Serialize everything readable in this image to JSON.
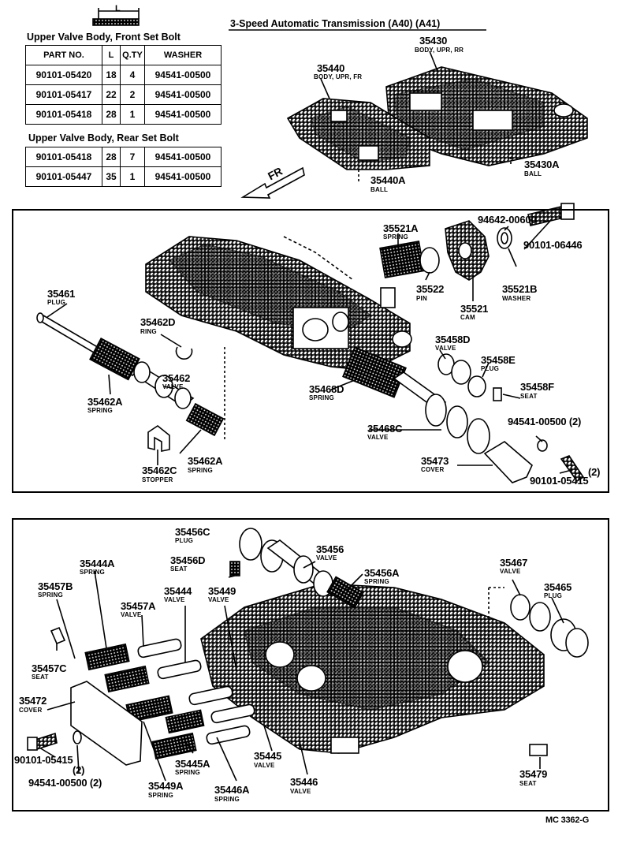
{
  "title": "3-Speed Automatic Transmission (A40) (A41)",
  "dimension_label": "L",
  "front_table": {
    "caption": "Upper Valve Body, Front Set Bolt",
    "headers": [
      "PART NO.",
      "L",
      "Q.TY",
      "WASHER"
    ],
    "rows": [
      [
        "90101-05420",
        "18",
        "4",
        "94541-00500"
      ],
      [
        "90101-05417",
        "22",
        "2",
        "94541-00500"
      ],
      [
        "90101-05418",
        "28",
        "1",
        "94541-00500"
      ]
    ]
  },
  "rear_table": {
    "caption": "Upper Valve Body, Rear Set Bolt",
    "rows": [
      [
        "90101-05418",
        "28",
        "7",
        "94541-00500"
      ],
      [
        "90101-05447",
        "35",
        "1",
        "94541-00500"
      ]
    ]
  },
  "direction": "FR",
  "parts": {
    "p35430": {
      "no": "35430",
      "desc": "BODY, UPR, RR"
    },
    "p35440": {
      "no": "35440",
      "desc": "BODY, UPR, FR"
    },
    "p35440A": {
      "no": "35440A",
      "desc": "BALL"
    },
    "p35430A": {
      "no": "35430A",
      "desc": "BALL"
    },
    "p35521A": {
      "no": "35521A",
      "desc": "SPRING"
    },
    "p94642": {
      "no": "94642-00600"
    },
    "p90101_06446": {
      "no": "90101-06446"
    },
    "p35522": {
      "no": "35522",
      "desc": "PIN"
    },
    "p35521": {
      "no": "35521",
      "desc": "CAM"
    },
    "p35521B": {
      "no": "35521B",
      "desc": "WASHER"
    },
    "p35461": {
      "no": "35461",
      "desc": "PLUG"
    },
    "p35462D": {
      "no": "35462D",
      "desc": "RING"
    },
    "p35458D": {
      "no": "35458D",
      "desc": "VALVE"
    },
    "p35458E": {
      "no": "35458E",
      "desc": "PLUG"
    },
    "p35462": {
      "no": "35462",
      "desc": "VALVE"
    },
    "p35468D": {
      "no": "35468D",
      "desc": "SPRING"
    },
    "p35458F": {
      "no": "35458F",
      "desc": "SEAT"
    },
    "p35462A_1": {
      "no": "35462A",
      "desc": "SPRING"
    },
    "p35468C": {
      "no": "35468C",
      "desc": "VALVE"
    },
    "p94541_a": {
      "no": "94541-00500 (2)"
    },
    "p35462C": {
      "no": "35462C",
      "desc": "STOPPER"
    },
    "p35462A_2": {
      "no": "35462A",
      "desc": "SPRING"
    },
    "p35473": {
      "no": "35473",
      "desc": "COVER"
    },
    "p90101_05415_a": {
      "no": "90101-05415",
      "qty": "(2)"
    },
    "p35456C": {
      "no": "35456C",
      "desc": "PLUG"
    },
    "p35456": {
      "no": "35456",
      "desc": "VALVE"
    },
    "p35456D": {
      "no": "35456D",
      "desc": "SEAT"
    },
    "p35444A": {
      "no": "35444A",
      "desc": "SPRING"
    },
    "p35456A": {
      "no": "35456A",
      "desc": "SPRING"
    },
    "p35467": {
      "no": "35467",
      "desc": "VALVE"
    },
    "p35457B": {
      "no": "35457B",
      "desc": "SPRING"
    },
    "p35444": {
      "no": "35444",
      "desc": "VALVE"
    },
    "p35449": {
      "no": "35449",
      "desc": "VALVE"
    },
    "p35465": {
      "no": "35465",
      "desc": "PLUG"
    },
    "p35457A": {
      "no": "35457A",
      "desc": "VALVE"
    },
    "p35457C": {
      "no": "35457C",
      "desc": "SEAT"
    },
    "p35472": {
      "no": "35472",
      "desc": "COVER"
    },
    "p35445": {
      "no": "35445",
      "desc": "VALVE"
    },
    "p35445A": {
      "no": "35445A",
      "desc": "SPRING"
    },
    "p90101_05415_b": {
      "no": "90101-05415",
      "qty": "(2)"
    },
    "p94541_b": {
      "no": "94541-00500 (2)"
    },
    "p35446": {
      "no": "35446",
      "desc": "VALVE"
    },
    "p35449A": {
      "no": "35449A",
      "desc": "SPRING"
    },
    "p35446A": {
      "no": "35446A",
      "desc": "SPRING"
    },
    "p35479": {
      "no": "35479",
      "desc": "SEAT"
    }
  },
  "footer_code": "MC 3362-G"
}
